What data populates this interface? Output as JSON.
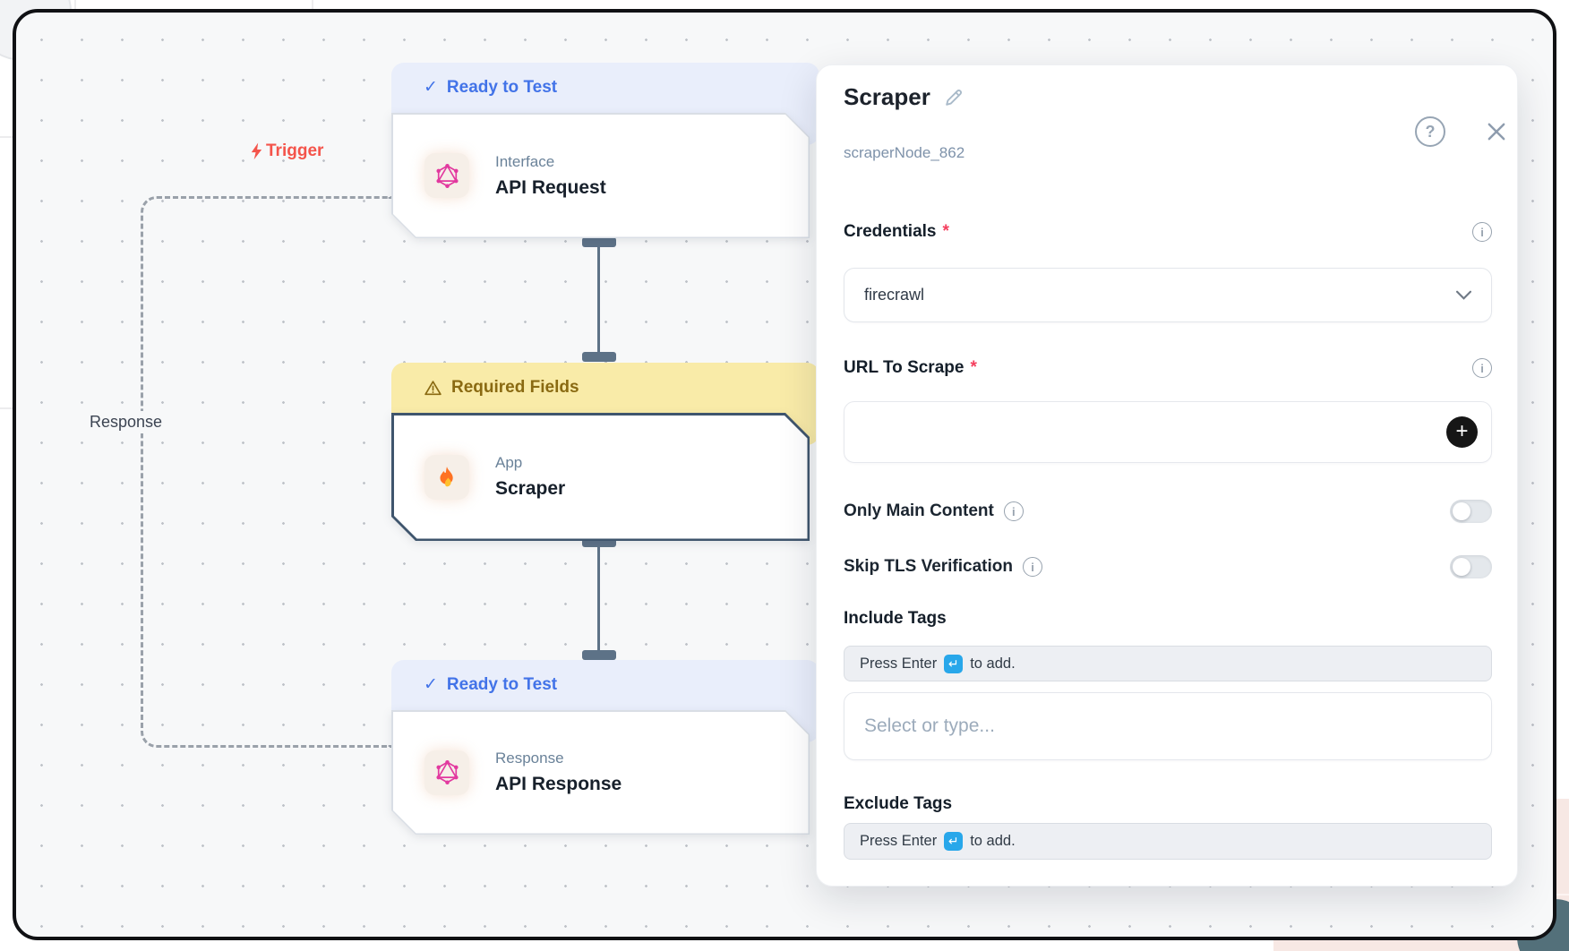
{
  "canvas": {
    "trigger_label": "Trigger",
    "response_label": "Response",
    "nodes": [
      {
        "badge_label": "Ready to Test",
        "badge_type": "ready",
        "badge_icon": "check-icon",
        "category": "Interface",
        "title": "API Request",
        "icon": "graphql-icon",
        "selected": false
      },
      {
        "badge_label": "Required Fields",
        "badge_type": "warning",
        "badge_icon": "warning-icon",
        "category": "App",
        "title": "Scraper",
        "icon": "fire-icon",
        "selected": true
      },
      {
        "badge_label": "Ready to Test",
        "badge_type": "ready",
        "badge_icon": "check-icon",
        "category": "Response",
        "title": "API Response",
        "icon": "graphql-icon",
        "selected": false
      }
    ]
  },
  "panel": {
    "title": "Scraper",
    "node_id": "scraperNode_862",
    "required_marker": "*",
    "help_glyph": "?",
    "info_glyph": "i",
    "check_glyph": "✓",
    "enter_glyph": "↵",
    "plus_glyph": "+",
    "credentials": {
      "label": "Credentials",
      "required": true,
      "value": "firecrawl"
    },
    "url": {
      "label": "URL To Scrape",
      "required": true,
      "value": ""
    },
    "only_main_content": {
      "label": "Only Main Content",
      "enabled": false
    },
    "skip_tls": {
      "label": "Skip TLS Verification",
      "enabled": false
    },
    "include_tags": {
      "label": "Include Tags",
      "hint_prefix": "Press Enter",
      "hint_suffix": "to add.",
      "placeholder": "Select or type..."
    },
    "exclude_tags": {
      "label": "Exclude Tags",
      "hint_prefix": "Press Enter",
      "hint_suffix": "to add."
    }
  },
  "colors": {
    "badge_ready_bg": "#e9eefb",
    "badge_ready_text": "#4273e8",
    "badge_warning_bg": "#f9eba8",
    "badge_warning_text": "#8a6a12",
    "selected_border": "#3f556d",
    "connector": "#5d7287",
    "trigger_red": "#f4544b",
    "required_star": "#f43f5e",
    "enter_icon_bg": "#28a7ea",
    "canvas_bg": "#f7f8f9"
  }
}
